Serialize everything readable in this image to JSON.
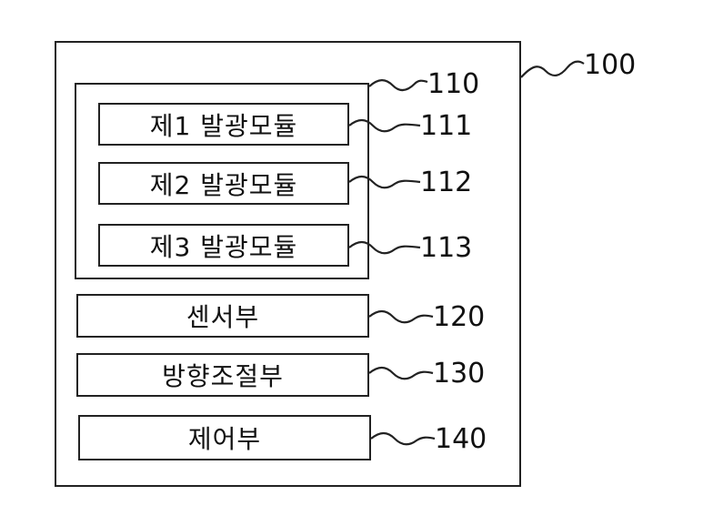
{
  "diagram": {
    "system": {
      "ref": "100"
    },
    "light_group": {
      "ref": "110",
      "modules": [
        {
          "label": "제1 발광모듈",
          "ref": "111"
        },
        {
          "label": "제2 발광모듈",
          "ref": "112"
        },
        {
          "label": "제3 발광모듈",
          "ref": "113"
        }
      ]
    },
    "sensor": {
      "label": "센서부",
      "ref": "120"
    },
    "direction_control": {
      "label": "방향조절부",
      "ref": "130"
    },
    "controller": {
      "label": "제어부",
      "ref": "140"
    }
  }
}
